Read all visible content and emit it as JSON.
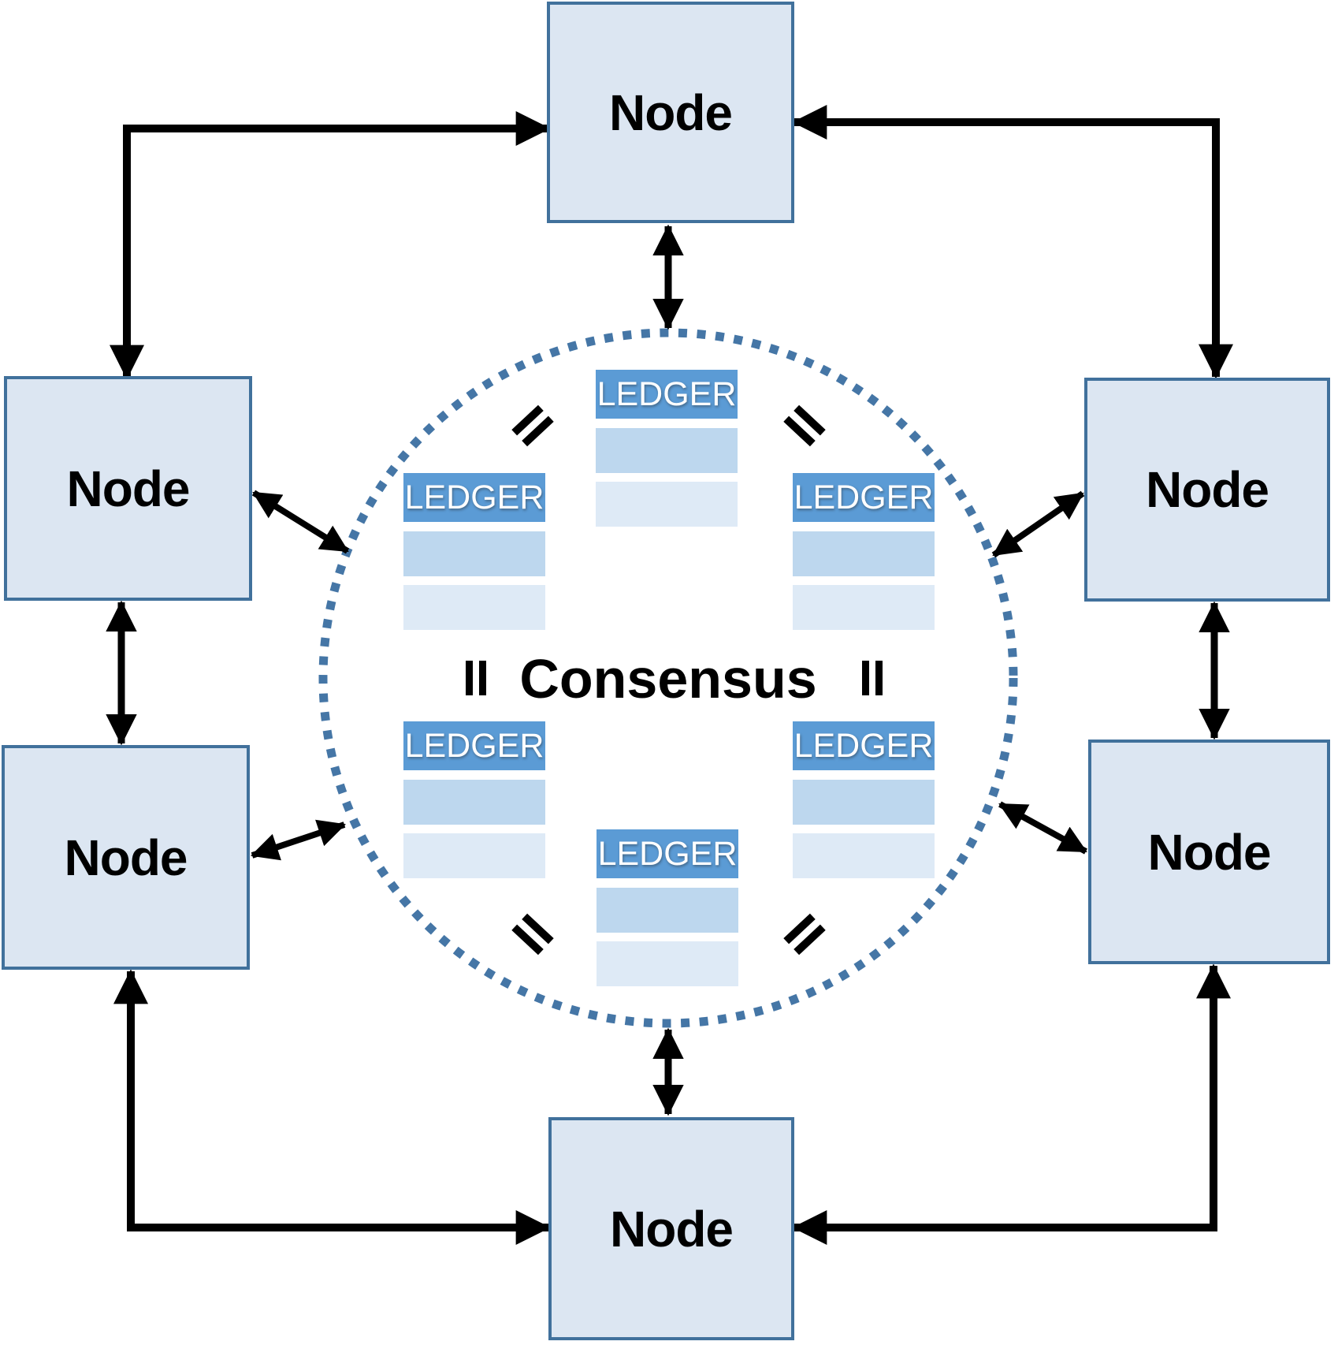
{
  "diagram": {
    "consensus": {
      "label": "Consensus"
    },
    "nodes": [
      {
        "id": "top",
        "label": "Node"
      },
      {
        "id": "left-upper",
        "label": "Node"
      },
      {
        "id": "left-lower",
        "label": "Node"
      },
      {
        "id": "right-upper",
        "label": "Node"
      },
      {
        "id": "right-lower",
        "label": "Node"
      },
      {
        "id": "bottom",
        "label": "Node"
      }
    ],
    "ledgers": [
      {
        "id": "top-center",
        "label": "LEDGER",
        "rows": 2
      },
      {
        "id": "upper-left",
        "label": "LEDGER",
        "rows": 2
      },
      {
        "id": "upper-right",
        "label": "LEDGER",
        "rows": 2
      },
      {
        "id": "lower-left",
        "label": "LEDGER",
        "rows": 2
      },
      {
        "id": "lower-right",
        "label": "LEDGER",
        "rows": 2
      },
      {
        "id": "bottom-center",
        "label": "LEDGER",
        "rows": 2
      }
    ],
    "equivalence_symbol": "=",
    "colors": {
      "node_fill": "#dce6f2",
      "node_border": "#41719c",
      "ledger_header": "#5b9bd5",
      "ledger_row_medium": "#bdd7ee",
      "ledger_row_light": "#deeaf6",
      "circle_dots": "#4576a6",
      "arrow": "#000000",
      "text": "#000000"
    }
  }
}
